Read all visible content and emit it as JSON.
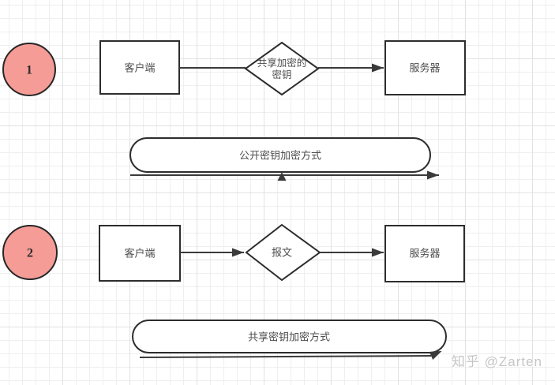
{
  "diagram": {
    "flow1": {
      "badge": "1",
      "client_label": "客户端",
      "key_diamond_line1": "共享加密的",
      "key_diamond_line2": "密钥",
      "server_label": "服务器",
      "banner_label": "公开密钥加密方式"
    },
    "flow2": {
      "badge": "2",
      "client_label": "客户端",
      "message_diamond_label": "报文",
      "server_label": "服务器",
      "banner_label": "共享密钥加密方式"
    }
  },
  "watermark": "知乎 @Zarten",
  "colors": {
    "badge_fill": "#f59c97",
    "shape_stroke": "#2d2d2d",
    "connector": "#3a3a3a",
    "label_text": "#4d4d4d",
    "watermark_text": "#c6c6c6"
  }
}
